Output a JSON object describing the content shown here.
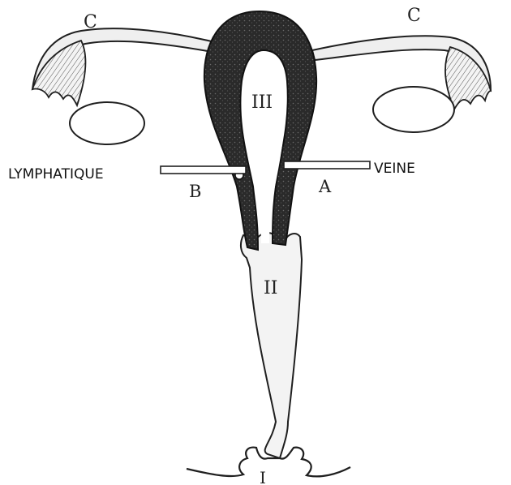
{
  "labels": {
    "c_left": "C",
    "c_right": "C",
    "iii": "III",
    "ii": "II",
    "i": "I",
    "lymphatique": "LYMPHATIQUE",
    "veine": "VEINE",
    "a": "A",
    "b": "B"
  },
  "colors": {
    "ink": "#1f1f1f",
    "tissue_dark": "#262626",
    "tube_fill": "#e4e4e4",
    "background": "#ffffff"
  }
}
